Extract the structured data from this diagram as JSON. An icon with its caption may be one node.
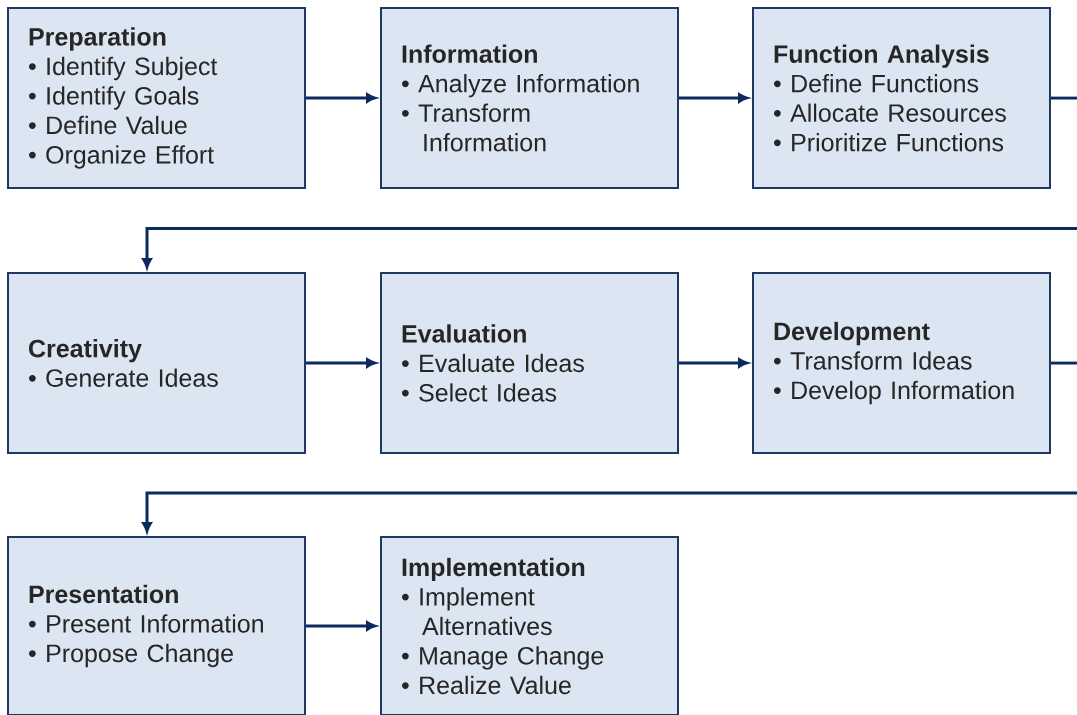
{
  "diagram": {
    "nodes": [
      {
        "text": [
          "Preparation",
          "• Identify Subject",
          "• Identify Goals",
          "• Define Value",
          "• Organize Effort"
        ]
      },
      {
        "text": [
          "Information",
          "• Analyze Information",
          "• Transform Information"
        ]
      },
      {
        "text": [
          "Function Analysis",
          "• Define Functions",
          "• Allocate Resources",
          "• Prioritize Functions"
        ]
      },
      {
        "text": [
          "Creativity",
          "• Generate Ideas"
        ]
      },
      {
        "text": [
          "Evaluation",
          "• Evaluate Ideas",
          "• Select Ideas"
        ]
      },
      {
        "text": [
          "Development",
          "• Transform Ideas",
          "• Develop Information"
        ]
      },
      {
        "text": [
          "Presentation",
          "• Present Information",
          "• Propose Change"
        ]
      },
      {
        "text": [
          "Implementation",
          "• Implement Alternatives",
          "• Manage Change",
          "• Realize Value"
        ]
      }
    ],
    "edges": [
      {
        "from": 0,
        "to": 1,
        "arrow": "to"
      },
      {
        "from": 1,
        "to": 2,
        "arrow": "to"
      },
      {
        "from": 2,
        "to": 3,
        "arrow": "to"
      },
      {
        "from": 3,
        "to": 4,
        "arrow": "to"
      },
      {
        "from": 4,
        "to": 5,
        "arrow": "to"
      },
      {
        "from": 5,
        "to": 6,
        "arrow": "to"
      },
      {
        "from": 6,
        "to": 7,
        "arrow": "to"
      }
    ]
  }
}
